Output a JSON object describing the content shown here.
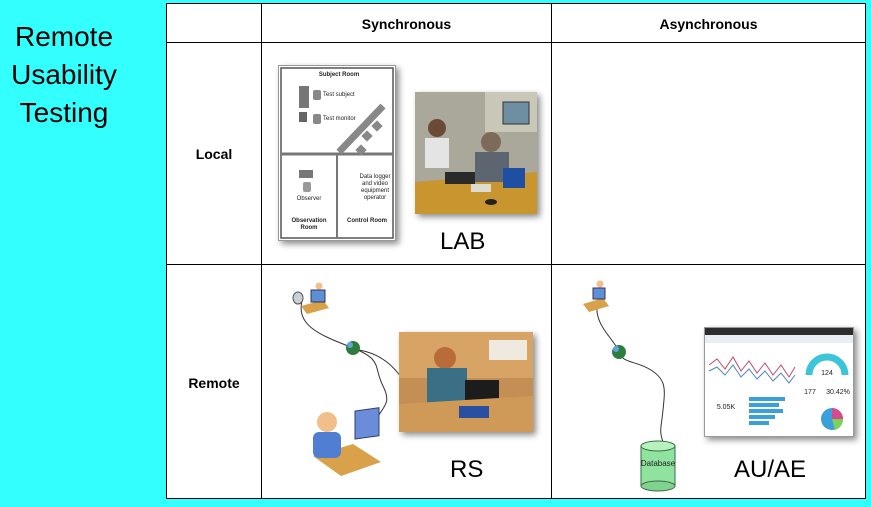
{
  "title_lines": [
    "Remote",
    "Usability",
    "Testing"
  ],
  "table": {
    "col_headers": [
      "Synchronous",
      "Asynchronous"
    ],
    "row_headers": [
      "Local",
      "Remote"
    ]
  },
  "cells": {
    "local_sync": {
      "label": "LAB",
      "floorplan": {
        "subject_room": "Subject Room",
        "test_subject": "Test subject",
        "test_monitor": "Test monitor",
        "observer": "Observer",
        "data_logger": "Data logger and video equipment operator",
        "observation_room": "Observation Room",
        "control_room": "Control Room"
      }
    },
    "remote_sync": {
      "label": "RS"
    },
    "remote_async": {
      "label": "AU/AE",
      "database_label": "Database",
      "dashboard": {
        "metric_1": "124",
        "metric_2": "5.05K",
        "metric_3": "177",
        "metric_4": "30.42%"
      }
    }
  },
  "colors": {
    "background": "#33FFFF"
  }
}
